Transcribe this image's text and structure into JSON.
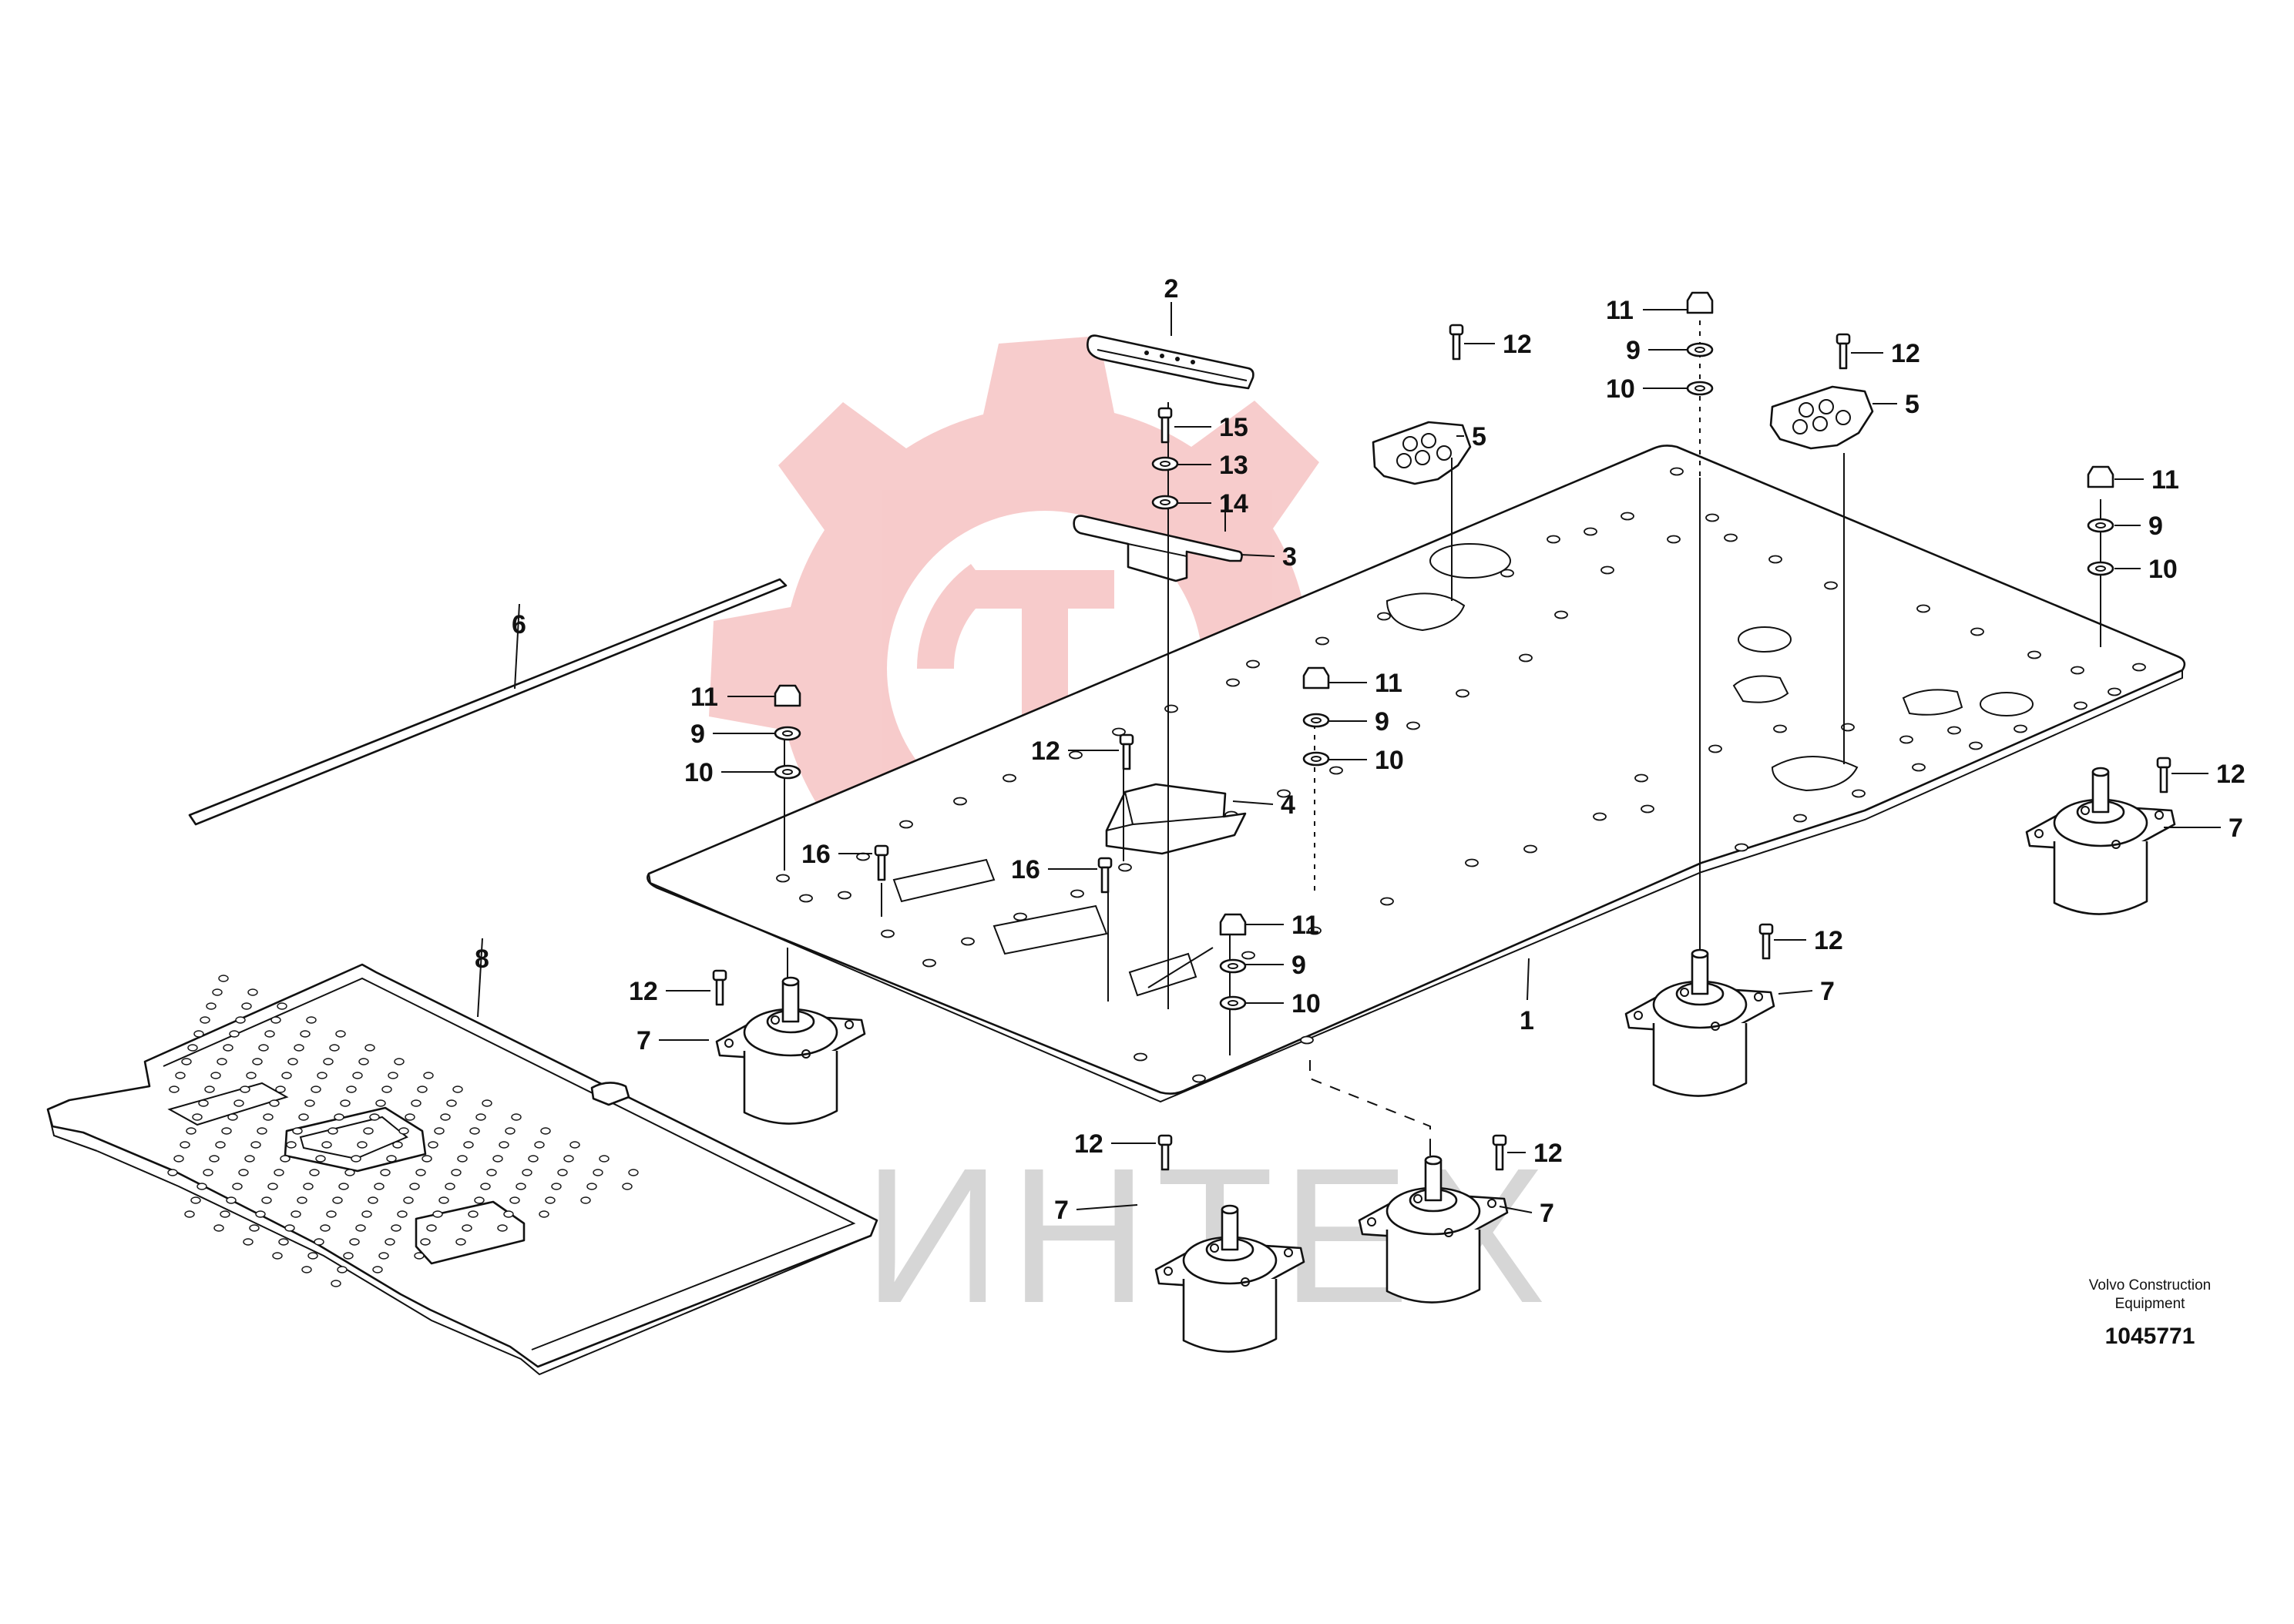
{
  "diagram": {
    "watermark": {
      "text": "ИНТЕХ",
      "icon": "gear-logo-icon",
      "color": "#f4b7b7"
    },
    "brand": {
      "line1": "Volvo Construction",
      "line2": "Equipment"
    },
    "document_number": "1045771",
    "parts": [
      {
        "label": "1"
      },
      {
        "label": "2"
      },
      {
        "label": "3"
      },
      {
        "label": "4"
      },
      {
        "label": "5"
      },
      {
        "label": "6"
      },
      {
        "label": "7"
      },
      {
        "label": "8"
      },
      {
        "label": "9"
      },
      {
        "label": "10"
      },
      {
        "label": "11"
      },
      {
        "label": "12"
      },
      {
        "label": "13"
      },
      {
        "label": "14"
      },
      {
        "label": "15"
      },
      {
        "label": "16"
      }
    ]
  }
}
